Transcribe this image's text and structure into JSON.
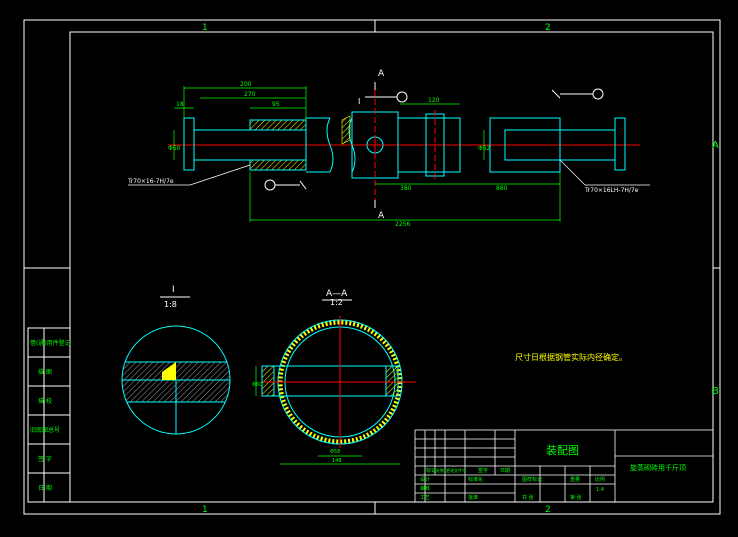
{
  "zones": {
    "top": [
      "1",
      "2"
    ],
    "bottom": [
      "1",
      "2"
    ],
    "right": [
      "A",
      "B"
    ]
  },
  "main_view": {
    "dims": {
      "d200": "200",
      "d270": "270",
      "d95": "95",
      "d18": "18",
      "phi": "Φ50",
      "d120": "120",
      "d380": "380",
      "d880": "880",
      "d2256": "2256",
      "phi2": "Φ52"
    },
    "thread_left": "Tr70×16-7H/7e",
    "thread_right": "Tr70×16LH-7H/7e",
    "section_marker": "A",
    "detail_marker": "I"
  },
  "detail_view": {
    "label": "I",
    "scale": "1:8"
  },
  "section_view": {
    "label": "A—A",
    "scale": "1:2",
    "dim_left": "Φ60",
    "dim_bottom1": "Φ58",
    "dim_bottom2": "148"
  },
  "note": "尺寸日根据钢管实际内径确定。",
  "left_strip": [
    "借(通)用件登记",
    "描  图",
    "描  校",
    "旧底图总号",
    "签  字",
    "日  期"
  ],
  "title_block": {
    "drawing_type": "装配图",
    "product_name": "旋蒸砌砖用千斤顶",
    "stage": "图样标记",
    "weight": "重量",
    "scale_label": "比例",
    "scale_value": "1:4",
    "row_labels": [
      "标记",
      "处数",
      "更改文件号",
      "签字",
      "日期"
    ],
    "sign_labels": [
      "设计",
      "审核",
      "工艺",
      "标准化",
      "批准"
    ],
    "sheet_info": "共  张",
    "sheet_no": "第  张"
  },
  "colors": {
    "frame": "#ffffff",
    "outline": "#00ffff",
    "dimension": "#00ff00",
    "center": "#ff0000",
    "hatch": "#ffff00",
    "leader": "#ffffff",
    "note": "#ffff00"
  }
}
